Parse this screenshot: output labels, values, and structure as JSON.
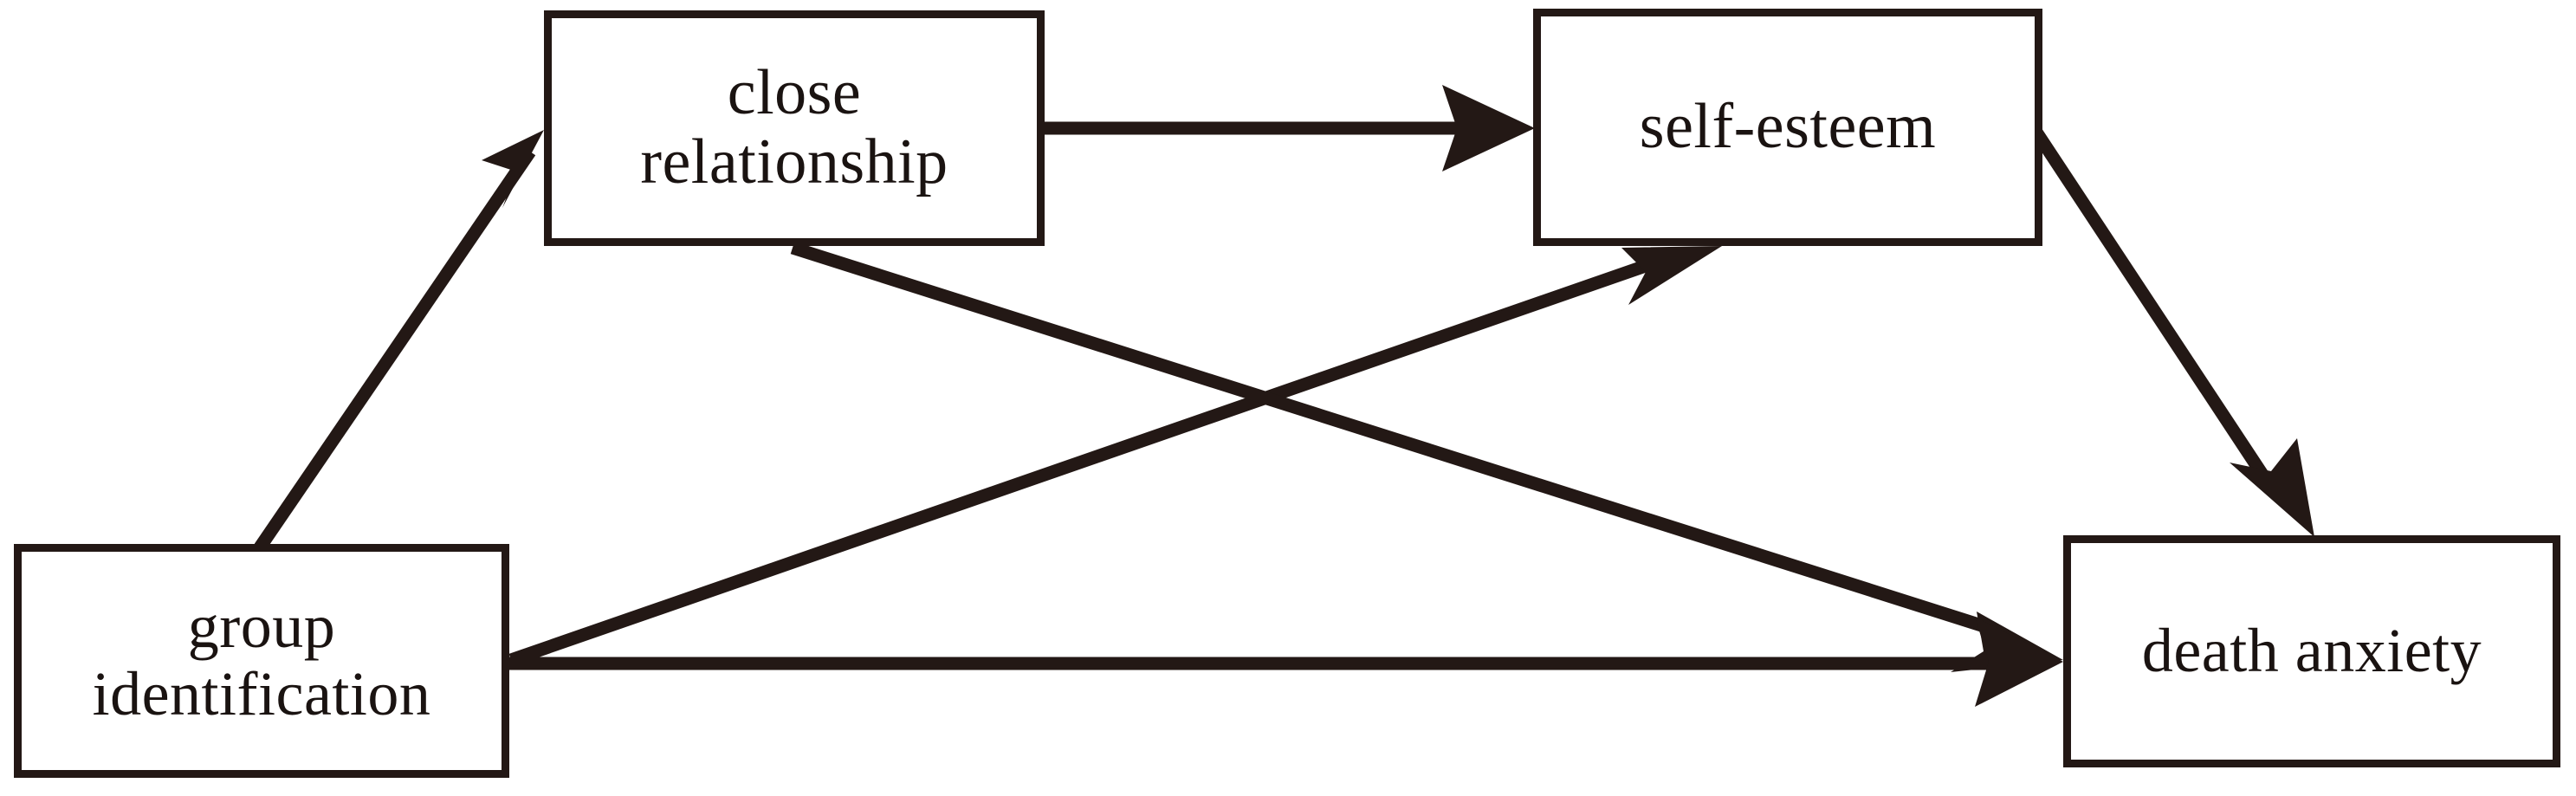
{
  "diagram": {
    "title": "group identification path model",
    "type": "path-model",
    "background_color": "#ffffff",
    "line_color": "#231815",
    "text_color": "#1a1311",
    "nodes": [
      {
        "id": "close-relationship",
        "label": "close\nrelationship"
      },
      {
        "id": "self-esteem",
        "label": "self-esteem"
      },
      {
        "id": "group-identification",
        "label": "group\nidentification"
      },
      {
        "id": "death-anxiety",
        "label": "death anxiety"
      }
    ],
    "edges": [
      {
        "id": "group-identification-to-close-relationship",
        "from": "group-identification",
        "to": "close-relationship",
        "arrow": "single",
        "direction": "up-right"
      },
      {
        "id": "close-relationship-to-self-esteem",
        "from": "close-relationship",
        "to": "self-esteem",
        "arrow": "single",
        "direction": "right"
      },
      {
        "id": "group-identification-to-self-esteem",
        "from": "group-identification",
        "to": "self-esteem",
        "arrow": "single",
        "direction": "up-right"
      },
      {
        "id": "close-relationship-to-death-anxiety",
        "from": "close-relationship",
        "to": "death-anxiety",
        "arrow": "single",
        "direction": "down-right"
      },
      {
        "id": "group-identification-to-death-anxiety",
        "from": "group-identification",
        "to": "death-anxiety",
        "arrow": "single",
        "direction": "right"
      },
      {
        "id": "self-esteem-to-death-anxiety",
        "from": "self-esteem",
        "to": "death-anxiety",
        "arrow": "single",
        "direction": "down-right"
      }
    ]
  }
}
